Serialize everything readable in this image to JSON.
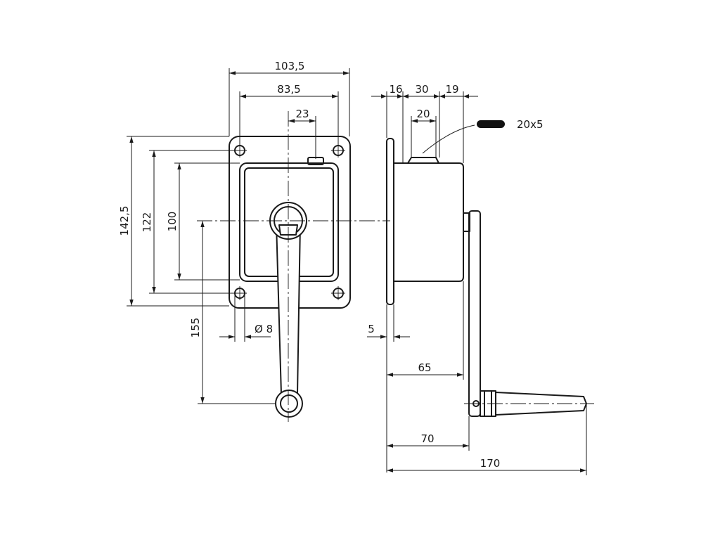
{
  "front_view": {
    "dim_overall_width": "103,5",
    "dim_hole_spacing_x": "83,5",
    "dim_offset": "23",
    "dim_overall_height": "142,5",
    "dim_hole_spacing_y": "122",
    "dim_housing_height": "100",
    "dim_crank_radius": "155",
    "dim_hole_diameter": "Ø 8"
  },
  "side_view": {
    "dim_16": "16",
    "dim_30": "30",
    "dim_19": "19",
    "dim_20": "20",
    "slot_label": "20x5",
    "dim_5": "5",
    "dim_65": "65",
    "dim_70": "70",
    "dim_170": "170"
  }
}
